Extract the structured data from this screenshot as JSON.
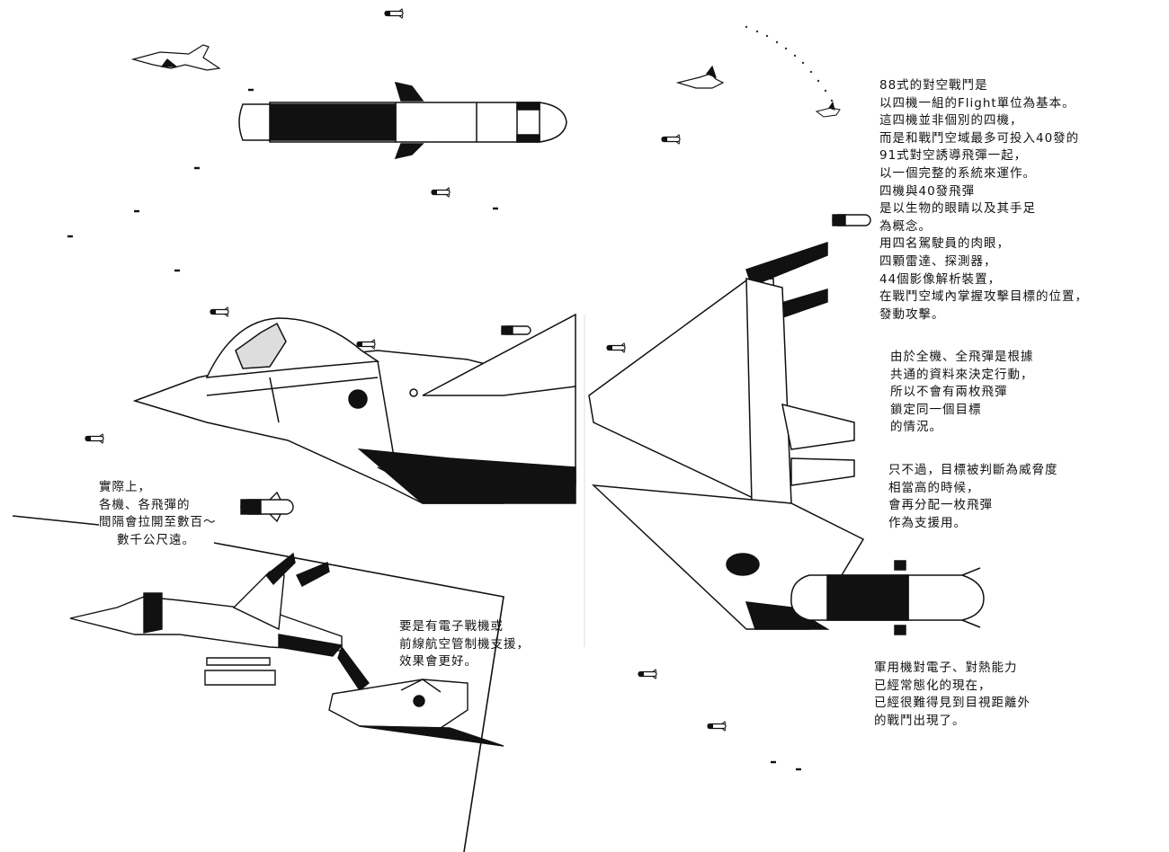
{
  "page": {
    "background": "#ffffff",
    "ink": "#111111"
  },
  "captions": {
    "intro": [
      "88式的對空戰鬥是",
      "以四機一組的Flight單位為基本。",
      "這四機並非個別的四機，",
      "而是和戰鬥空域最多可投入40發的",
      "91式對空誘導飛彈一起，",
      "以一個完整的系統來運作。",
      "四機與40發飛彈",
      "是以生物的眼睛以及其手足",
      "為概念。",
      "用四名駕駛員的肉眼，",
      "四顆雷達、探測器，",
      "44個影像解析裝置，",
      "在戰鬥空域內掌握攻擊目標的位置，",
      "發動攻擊。"
    ],
    "sharing": [
      "由於全機、全飛彈是根據",
      "共通的資料來決定行動，",
      "所以不會有兩枚飛彈",
      "鎖定同一個目標",
      "的情況。"
    ],
    "exception": [
      "只不過，目標被判斷為威脅度",
      "相當高的時候，",
      "會再分配一枚飛彈",
      "作為支援用。"
    ],
    "ecm": [
      "軍用機對電子、對熱能力",
      "已經常態化的現在，",
      "已經很難得見到目視距離外",
      "的戰鬥出現了。"
    ],
    "spacing": [
      "實際上，",
      "各機、各飛彈的",
      "間隔會拉開至數百～",
      "數千公尺遠。"
    ],
    "ew": [
      "要是有電子戰機或",
      "前線航空管制機支援，",
      "效果會更好。"
    ]
  }
}
